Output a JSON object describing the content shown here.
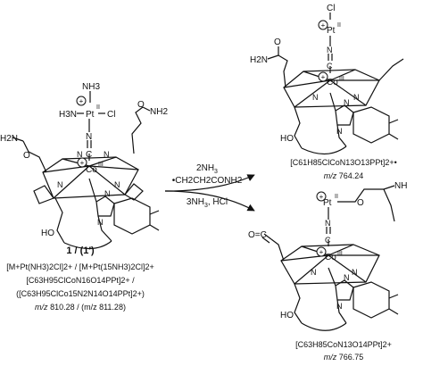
{
  "reaction": {
    "reagents_top_line1": "2NH",
    "reagents_top_line1_sub": "3",
    "reagents_top_line2": "•CH2CH2CONH2",
    "reagents_bottom": "3NH",
    "reagents_bottom_sub": "3",
    "reagents_bottom_tail": ", HCl"
  },
  "compound_left": {
    "label": "1 / (1′)",
    "formula_line1": "[M+Pt(NH3)2Cl]2+ / [M+Pt(15NH3)2Cl]2+",
    "formula_line2": "[C63H95ClCoN16O14PPt]2+ /",
    "formula_line3": "([C63H95ClCo15N2N14O14PPt]2+)",
    "mz_label": "m/z",
    "mz_value": "810.28 / (m/z 811.28)",
    "atoms": {
      "nh3_top": "NH3",
      "h3n": "H3N",
      "pt": "Pt",
      "pt_ox": "II",
      "cl": "Cl",
      "nh2_right": "NH2",
      "h2n_left": "H2N",
      "o_left": "O",
      "n_cn": "N",
      "c_cn": "C",
      "co": "Co",
      "co_ox": "III",
      "n": "N",
      "ho": "HO",
      "plus": "+"
    }
  },
  "compound_top_right": {
    "formula": "[C61H85ClCoN13O13PPt]2+•",
    "mz_label": "m/z",
    "mz_value": "764.24",
    "atoms": {
      "cl": "Cl",
      "pt": "Pt",
      "pt_ox": "II",
      "h2n": "H2N",
      "o": "O",
      "ho": "HO",
      "co": "Co",
      "co_ox": "III",
      "n": "N",
      "c": "C",
      "plus": "+"
    }
  },
  "compound_bottom_right": {
    "formula": "[C63H85CoN13O14PPt]2+",
    "mz_label": "m/z",
    "mz_value": "766.75",
    "atoms": {
      "pt": "Pt",
      "pt_ox": "II",
      "o": "O",
      "nh": "NH",
      "oc": "O=C",
      "ho": "HO",
      "co": "Co",
      "co_ox": "III",
      "n": "N",
      "c": "C",
      "plus": "+"
    }
  }
}
